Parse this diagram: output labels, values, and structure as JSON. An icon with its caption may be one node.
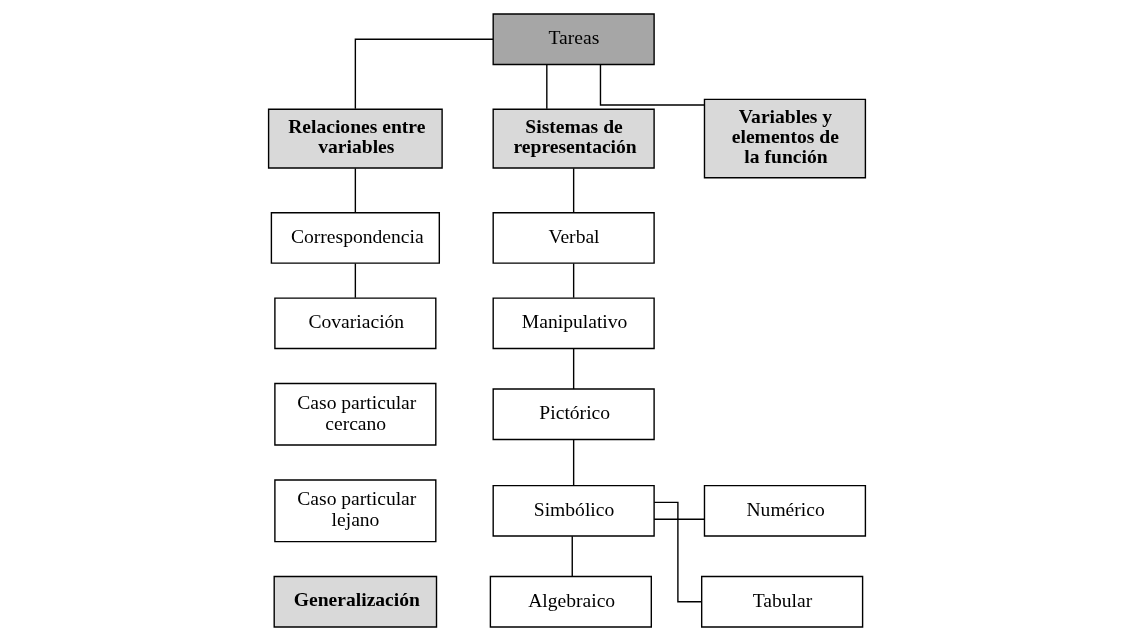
{
  "diagram": {
    "nodes": [
      {
        "text": [
          "Tareas"
        ]
      },
      {
        "text": [
          "Relaciones entre variables"
        ]
      },
      {
        "text": [
          "Sistemas de representación"
        ]
      },
      {
        "text": [
          "Variables y elementos de la función"
        ]
      },
      {
        "text": [
          "Correspondencia"
        ]
      },
      {
        "text": [
          "Covariación"
        ]
      },
      {
        "text": [
          "Caso particular cercano"
        ]
      },
      {
        "text": [
          "Caso particular lejano"
        ]
      },
      {
        "text": [
          "Generalización"
        ]
      },
      {
        "text": [
          "Verbal"
        ]
      },
      {
        "text": [
          "Manipulativo"
        ]
      },
      {
        "text": [
          "Pictórico"
        ]
      },
      {
        "text": [
          "Simbólico"
        ]
      },
      {
        "text": [
          "Numérico"
        ]
      },
      {
        "text": [
          "Algebraico"
        ]
      },
      {
        "text": [
          "Tabular"
        ]
      }
    ],
    "edges": [
      {
        "from": 0,
        "to": 1,
        "arrow": "none"
      },
      {
        "from": 0,
        "to": 2,
        "arrow": "none"
      },
      {
        "from": 0,
        "to": 3,
        "arrow": "none"
      },
      {
        "from": 1,
        "to": 4,
        "arrow": "none"
      },
      {
        "from": 4,
        "to": 5,
        "arrow": "none"
      },
      {
        "from": 2,
        "to": 9,
        "arrow": "none"
      },
      {
        "from": 9,
        "to": 10,
        "arrow": "none"
      },
      {
        "from": 10,
        "to": 11,
        "arrow": "none"
      },
      {
        "from": 11,
        "to": 12,
        "arrow": "none"
      },
      {
        "from": 12,
        "to": 13,
        "arrow": "none"
      },
      {
        "from": 12,
        "to": 14,
        "arrow": "none"
      },
      {
        "from": 12,
        "to": 15,
        "arrow": "none"
      }
    ]
  }
}
